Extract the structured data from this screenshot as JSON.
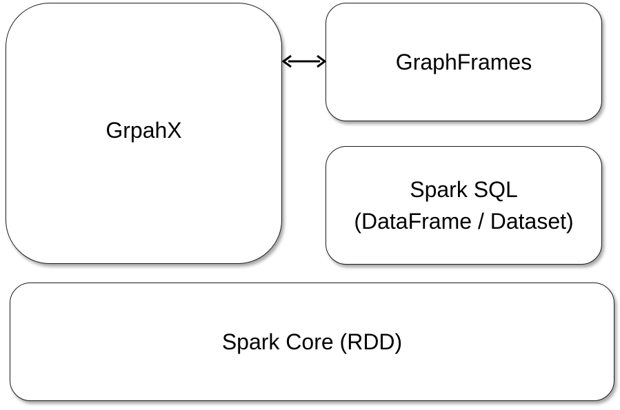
{
  "diagram": {
    "graphx": {
      "label": "GrpahX"
    },
    "graphframes": {
      "label": "GraphFrames"
    },
    "sparksql": {
      "line1": "Spark SQL",
      "line2": "(DataFrame / Dataset)"
    },
    "sparkcore": {
      "label": "Spark Core (RDD)"
    },
    "connector": {
      "type": "bidirectional-arrow",
      "from": "GrpahX",
      "to": "GraphFrames"
    },
    "colors": {
      "border": "#1a1a1a",
      "fill": "#ffffff",
      "text": "#000000"
    }
  }
}
